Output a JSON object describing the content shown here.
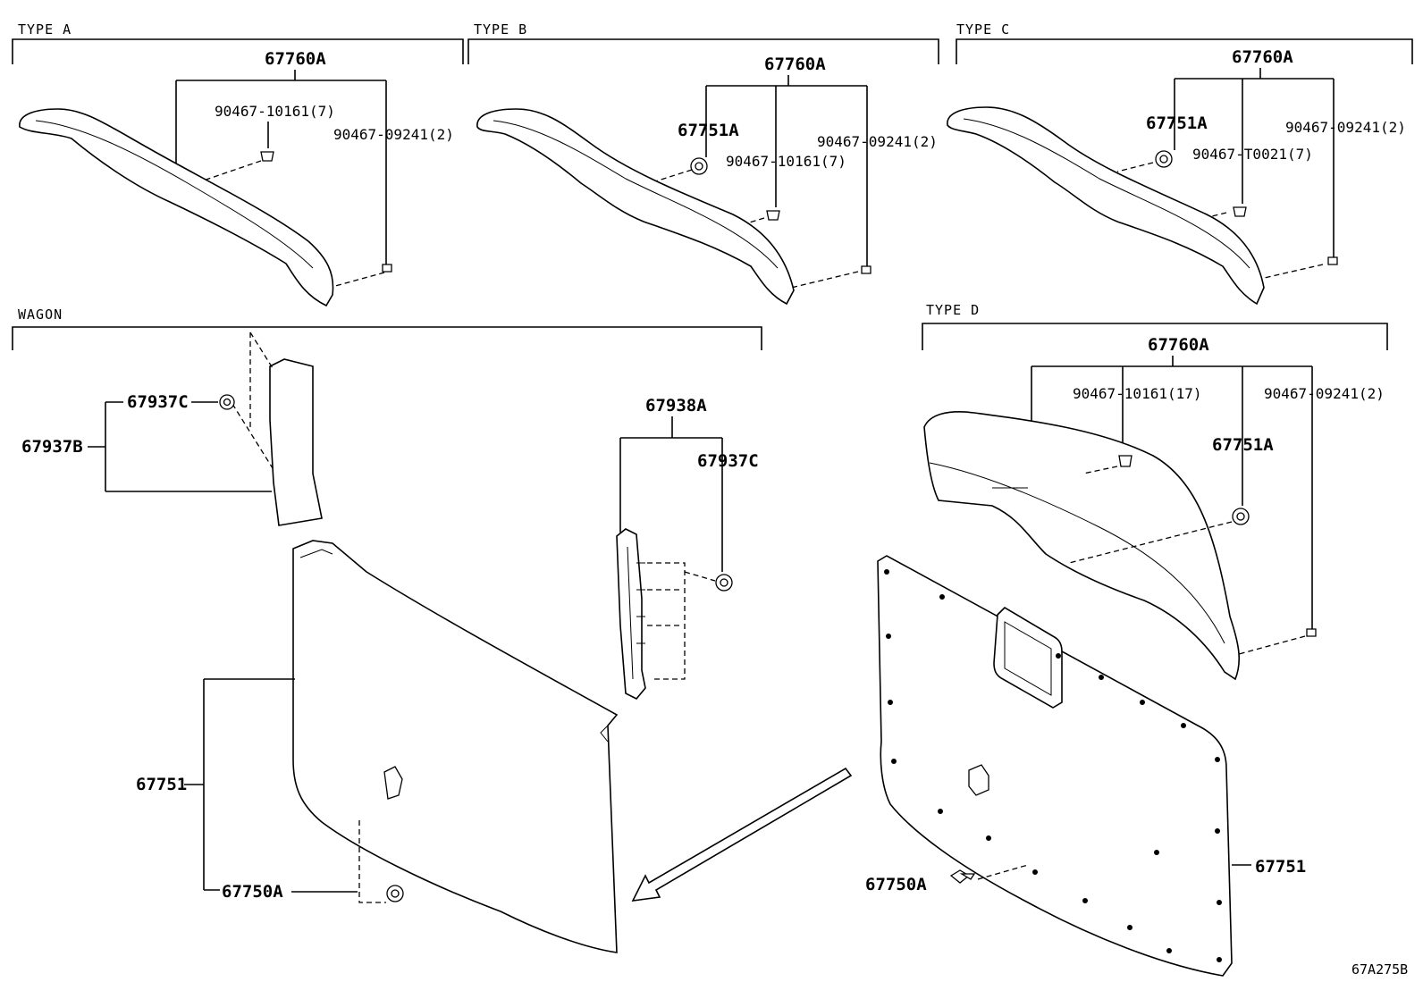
{
  "sections": {
    "type_a": "TYPE  A",
    "type_b": "TYPE  B",
    "type_c": "TYPE  C",
    "type_d": "TYPE D",
    "wagon": "WAGON"
  },
  "parts": {
    "a_67760a": "67760A",
    "a_90467_10161": "90467-10161(7)",
    "a_90467_09241": "90467-09241(2)",
    "b_67760a": "67760A",
    "b_67751a": "67751A",
    "b_90467_09241": "90467-09241(2)",
    "b_90467_10161": "90467-10161(7)",
    "c_67760a": "67760A",
    "c_67751a": "67751A",
    "c_90467_09241": "90467-09241(2)",
    "c_90467_t0021": "90467-T0021(7)",
    "d_67760a": "67760A",
    "d_90467_10161": "90467-10161(17)",
    "d_90467_09241": "90467-09241(2)",
    "d_67751a": "67751A",
    "d_67751": "67751",
    "d_67750a": "67750A",
    "w_67937c_top": "67937C",
    "w_67937b": "67937B",
    "w_67938a": "67938A",
    "w_67937c_right": "67937C",
    "w_67751": "67751",
    "w_67750a": "67750A"
  },
  "diagram_ref": "67A275B"
}
